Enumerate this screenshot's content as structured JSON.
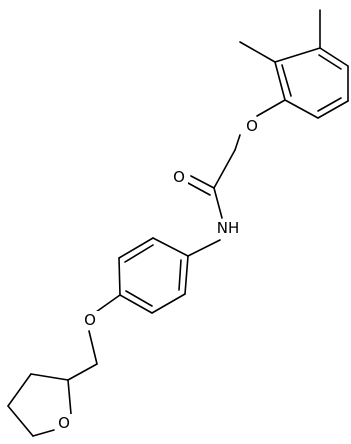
{
  "molecule": {
    "atoms": {
      "o_ether_top": "O",
      "o_carbonyl": "O",
      "nh": "NH",
      "o_ether_bottom": "O",
      "o_ring": "O"
    },
    "line_color": "#000000",
    "background": "#ffffff"
  }
}
